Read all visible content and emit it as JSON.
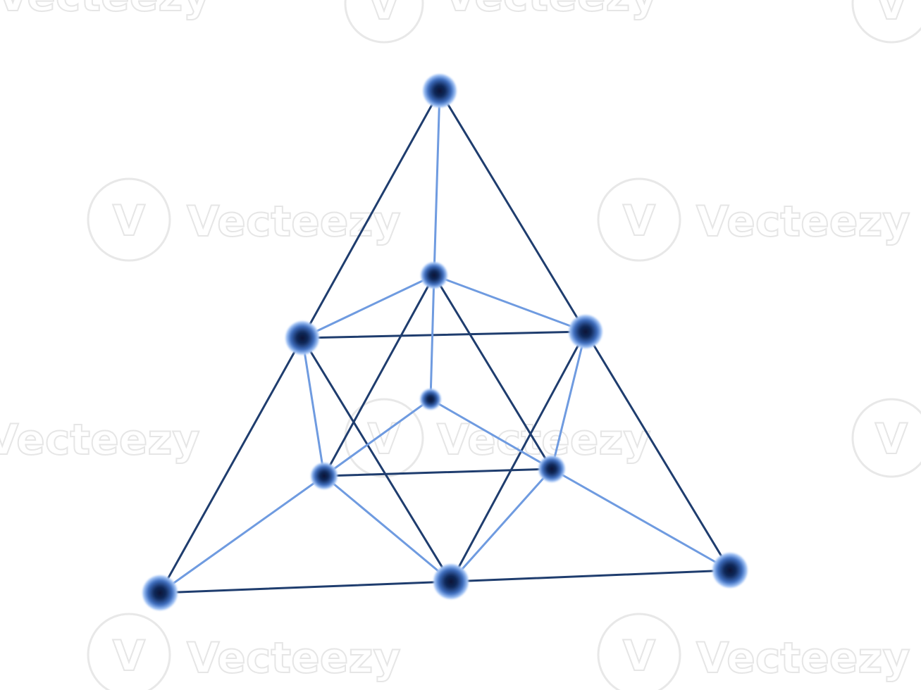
{
  "watermark": {
    "text": "Vecteezy",
    "logo_glyph": "V",
    "color": "#e6e6e6"
  },
  "colors": {
    "outer_edge": "#1f3d6e",
    "inner_edge": "#6f9be0",
    "node_light": "#9cc0f5",
    "node_mid": "#3f6fc0",
    "node_dark": "#061433"
  },
  "diagram": {
    "nodes": [
      {
        "id": "apex"
      },
      {
        "id": "upper-center"
      },
      {
        "id": "mid-left"
      },
      {
        "id": "mid-right"
      },
      {
        "id": "center"
      },
      {
        "id": "lower-left"
      },
      {
        "id": "lower-right"
      },
      {
        "id": "bottom-left"
      },
      {
        "id": "bottom-center"
      },
      {
        "id": "bottom-right"
      }
    ],
    "edges": [
      {
        "from": "apex",
        "to": "mid-left",
        "style": "outer"
      },
      {
        "from": "mid-left",
        "to": "bottom-left",
        "style": "outer"
      },
      {
        "from": "apex",
        "to": "mid-right",
        "style": "outer"
      },
      {
        "from": "mid-right",
        "to": "bottom-right",
        "style": "outer"
      },
      {
        "from": "bottom-left",
        "to": "bottom-center",
        "style": "outer"
      },
      {
        "from": "bottom-center",
        "to": "bottom-right",
        "style": "outer"
      },
      {
        "from": "mid-left",
        "to": "mid-right",
        "style": "outer"
      },
      {
        "from": "mid-left",
        "to": "bottom-center",
        "style": "outer"
      },
      {
        "from": "mid-right",
        "to": "bottom-center",
        "style": "outer"
      },
      {
        "from": "upper-center",
        "to": "lower-left",
        "style": "outer"
      },
      {
        "from": "upper-center",
        "to": "lower-right",
        "style": "outer"
      },
      {
        "from": "lower-left",
        "to": "lower-right",
        "style": "outer"
      },
      {
        "from": "apex",
        "to": "upper-center",
        "style": "inner"
      },
      {
        "from": "upper-center",
        "to": "mid-left",
        "style": "inner"
      },
      {
        "from": "upper-center",
        "to": "mid-right",
        "style": "inner"
      },
      {
        "from": "upper-center",
        "to": "center",
        "style": "inner"
      },
      {
        "from": "center",
        "to": "lower-left",
        "style": "inner"
      },
      {
        "from": "center",
        "to": "lower-right",
        "style": "inner"
      },
      {
        "from": "mid-left",
        "to": "lower-left",
        "style": "inner"
      },
      {
        "from": "mid-right",
        "to": "lower-right",
        "style": "inner"
      },
      {
        "from": "lower-left",
        "to": "bottom-left",
        "style": "inner"
      },
      {
        "from": "lower-left",
        "to": "bottom-center",
        "style": "inner"
      },
      {
        "from": "lower-right",
        "to": "bottom-center",
        "style": "inner"
      },
      {
        "from": "lower-right",
        "to": "bottom-right",
        "style": "inner"
      }
    ]
  }
}
